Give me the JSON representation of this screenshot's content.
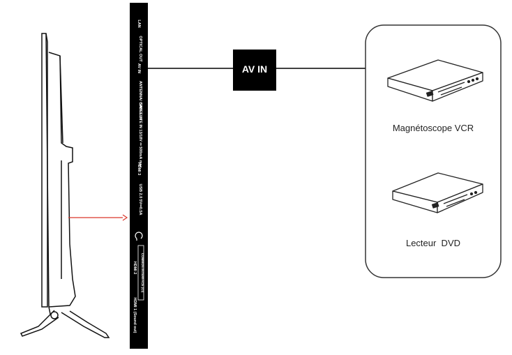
{
  "connector_label": "AV IN",
  "ports": [
    "LAN",
    "OPTICAL OUT",
    "AV IN",
    "ANTENNA/ CABLE IN",
    "SATELLITE IN 13/18V ⎓ 500mA max",
    "HDMI 3",
    "USB 2.0 5V⎓0.5A",
    "COMMON INTERFACE (CI)",
    "HDMI 2",
    "HDMI 1 (Sound out)"
  ],
  "devices": [
    "Magnétoscope VCR",
    "Lecteur  DVD"
  ],
  "icons": {
    "headphone": "headphone-icon",
    "vcr": "vcr-icon",
    "dvd": "dvd-player-icon"
  },
  "colors": {
    "panel": "#000000",
    "arrow": "#d9362b",
    "line": "#000000",
    "box_border": "#333333"
  }
}
